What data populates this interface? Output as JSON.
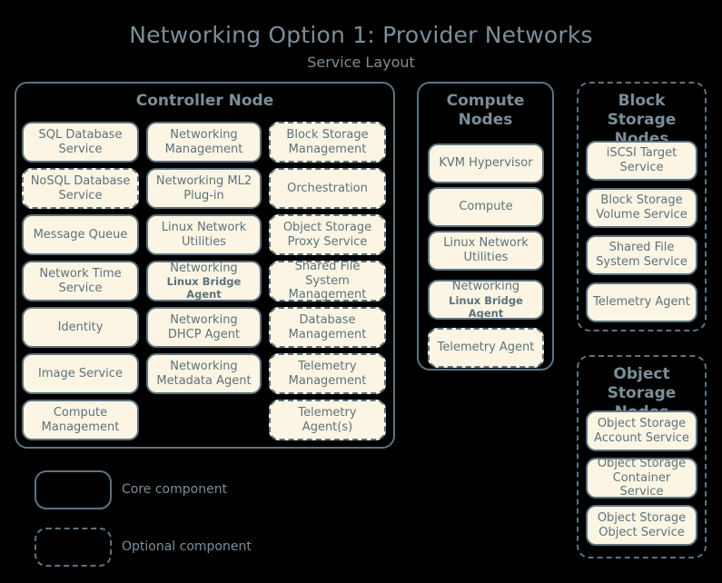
{
  "header": {
    "title": "Networking Option 1: Provider Networks",
    "subtitle": "Service Layout"
  },
  "colors": {
    "background": "#000000",
    "box_fill": "#FCF5E3",
    "border": "#5D7380",
    "text": "#5E727D",
    "title_text": "#7C8E98"
  },
  "nodes": [
    {
      "id": "controller-node",
      "title": "Controller Node",
      "optional": false,
      "columns": [
        [
          {
            "label": "SQL Database Service",
            "optional": false
          },
          {
            "label": "NoSQL Database Service",
            "optional": true
          },
          {
            "label": "Message Queue",
            "optional": false
          },
          {
            "label": "Network Time Service",
            "optional": false
          },
          {
            "label": "Identity",
            "optional": false
          },
          {
            "label": "Image Service",
            "optional": false
          },
          {
            "label": "Compute Management",
            "optional": false
          }
        ],
        [
          {
            "label": "Networking Management",
            "optional": false
          },
          {
            "label": "Networking ML2 Plug-in",
            "optional": false
          },
          {
            "label": "Linux Network Utilities",
            "optional": false
          },
          {
            "main": "Networking",
            "sub": "Linux Bridge Agent",
            "optional": false
          },
          {
            "label": "Networking DHCP Agent",
            "optional": false
          },
          {
            "label": "Networking Metadata Agent",
            "optional": false
          }
        ],
        [
          {
            "label": "Block Storage Management",
            "optional": true
          },
          {
            "label": "Orchestration",
            "optional": true
          },
          {
            "label": "Object Storage Proxy Service",
            "optional": true
          },
          {
            "label": "Shared File System Management",
            "optional": true
          },
          {
            "label": "Database Management",
            "optional": true
          },
          {
            "label": "Telemetry Management",
            "optional": true
          },
          {
            "label": "Telemetry Agent(s)",
            "optional": true
          }
        ]
      ]
    },
    {
      "id": "compute-nodes",
      "title": "Compute Nodes",
      "optional": false,
      "items": [
        {
          "label": "KVM Hypervisor",
          "optional": false
        },
        {
          "label": "Compute",
          "optional": false
        },
        {
          "label": "Linux Network Utilities",
          "optional": false
        },
        {
          "main": "Networking",
          "sub": "Linux Bridge Agent",
          "optional": false
        },
        {
          "label": "Telemetry Agent",
          "optional": true
        }
      ]
    },
    {
      "id": "block-storage-nodes",
      "title": "Block Storage Nodes",
      "optional": true,
      "items": [
        {
          "label": "iSCSI Target Service",
          "optional": false
        },
        {
          "label": "Block Storage Volume Service",
          "optional": false
        },
        {
          "label": "Shared File System Service",
          "optional": false
        },
        {
          "label": "Telemetry Agent",
          "optional": false
        }
      ]
    },
    {
      "id": "object-storage-nodes",
      "title": "Object Storage Nodes",
      "optional": true,
      "items": [
        {
          "label": "Object Storage Account Service",
          "optional": false
        },
        {
          "label": "Object Storage Container Service",
          "optional": false
        },
        {
          "label": "Object Storage Object Service",
          "optional": false
        }
      ]
    }
  ],
  "legend": [
    {
      "label": "Core component",
      "optional": false
    },
    {
      "label": "Optional component",
      "optional": true
    }
  ]
}
